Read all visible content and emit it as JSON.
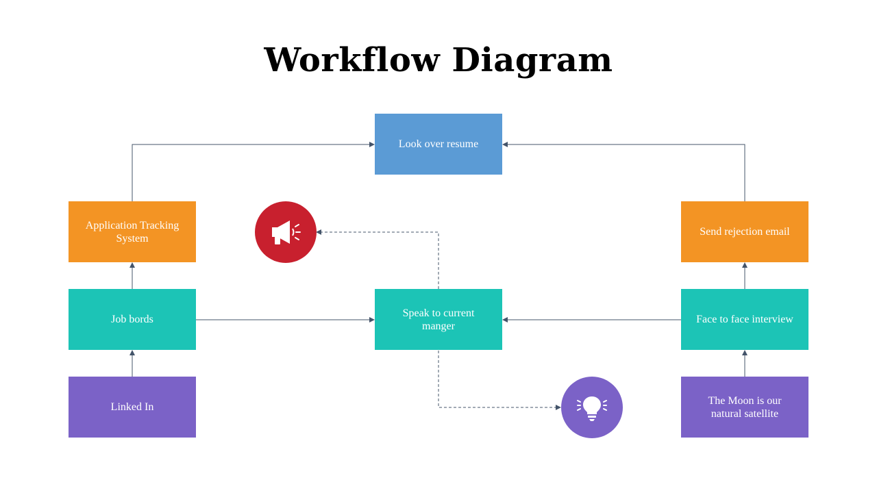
{
  "title": "Workflow Diagram",
  "colors": {
    "blue": "#5b9bd5",
    "orange": "#f39424",
    "teal": "#1cc4b6",
    "purple": "#7b62c7",
    "red": "#c8202e",
    "connector": "#44546a"
  },
  "nodes": {
    "look_over_resume": "Look over resume",
    "application_tracking": "Application Tracking System",
    "job_boards": "Job bords",
    "linked_in": "Linked In",
    "speak_to_manager": "Speak to current manger",
    "send_rejection": "Send rejection email",
    "face_to_face": "Face to face interview",
    "moon_satellite": "The Moon is our natural satellite"
  },
  "icons": {
    "megaphone": "megaphone-icon",
    "lightbulb": "lightbulb-icon"
  }
}
